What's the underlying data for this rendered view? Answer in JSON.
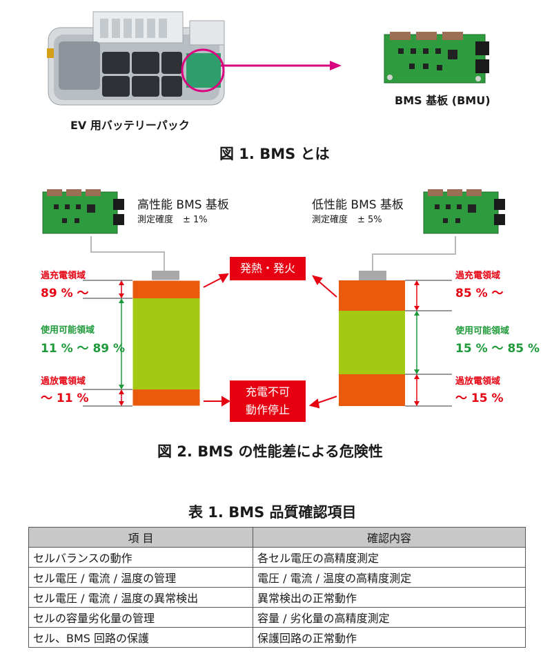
{
  "figure1": {
    "pack_caption": "EV 用バッテリーパック",
    "board_caption": "BMS 基板 (BMU)",
    "title": "図 1. BMS とは"
  },
  "figure2": {
    "title": "図 2. BMS の性能差による危険性",
    "left": {
      "board_title": "高性能 BMS 基板",
      "accuracy_label": "測定確度",
      "accuracy_value": "± 1%",
      "over_label": "過充電領域",
      "over_value": "89 % ～",
      "usable_label": "使用可能領域",
      "usable_value": "11 % ～ 89 %",
      "under_label": "過放電領域",
      "under_value": "～ 11 %"
    },
    "right": {
      "board_title": "低性能 BMS 基板",
      "accuracy_label": "測定確度",
      "accuracy_value": "± 5%",
      "over_label": "過充電領域",
      "over_value": "85 % ～",
      "usable_label": "使用可能領域",
      "usable_value": "15 % ～ 85 %",
      "under_label": "過放電領域",
      "under_value": "～ 15 %"
    },
    "danger_top": "発熱・発火",
    "danger_bottom_line1": "充電不可",
    "danger_bottom_line2": "動作停止",
    "colors": {
      "red": "#e60012",
      "green": "#1e9a3a",
      "orange": "#ea5a0c",
      "lime": "#a5c814"
    }
  },
  "table1": {
    "title": "表 1. BMS 品質確認項目",
    "headers": [
      "項 目",
      "確認内容"
    ],
    "rows": [
      [
        "セルバランスの動作",
        "各セル電圧の高精度測定"
      ],
      [
        "セル電圧 / 電流 / 温度の管理",
        "電圧 / 電流 / 温度の高精度測定"
      ],
      [
        "セル電圧 / 電流 / 温度の異常検出",
        "異常検出の正常動作"
      ],
      [
        "セルの容量劣化量の管理",
        "容量 / 劣化量の高精度測定"
      ],
      [
        "セル、BMS 回路の保護",
        "保護回路の正常動作"
      ]
    ]
  }
}
